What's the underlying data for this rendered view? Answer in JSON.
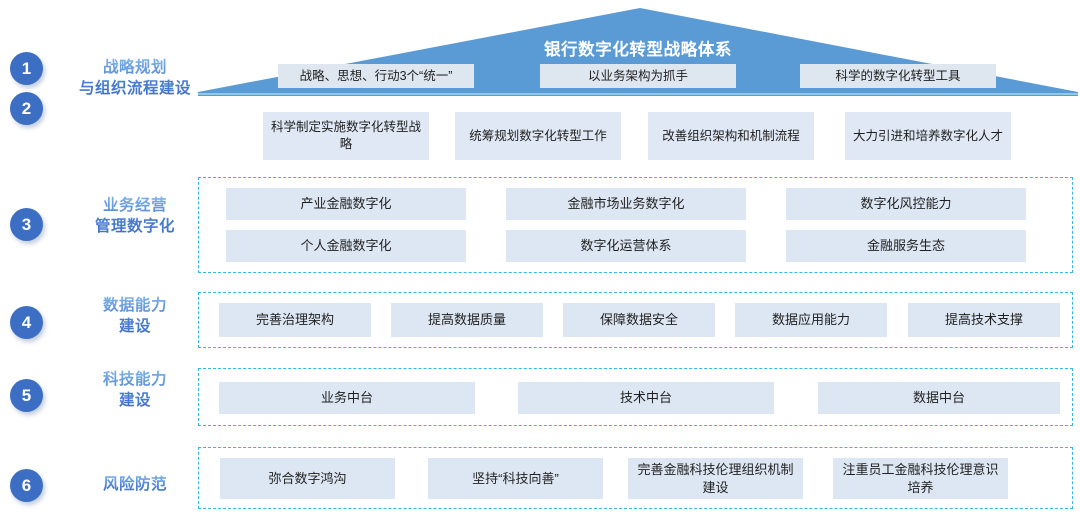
{
  "roof": {
    "title": "银行数字化转型战略体系",
    "chips": [
      "战略、思想、行动3个“统一”",
      "以业务架构为抓手",
      "科学的数字化转型工具"
    ]
  },
  "colors": {
    "accent_blue": "#3c6fc4",
    "roof_blue": "#5b9bd5",
    "chip_fill": "#dde7f3",
    "dashed_border": "#35b7e8",
    "label_blue": "#4a7fd4"
  },
  "rail": {
    "numbers": [
      "1",
      "2",
      "3",
      "4",
      "5",
      "6"
    ],
    "labels": [
      {
        "line1": "战略规划",
        "line2": "与组织流程建设"
      },
      {
        "line1": "业务经营",
        "line2": "管理数字化"
      },
      {
        "line1": "数据能力",
        "line2": "建设"
      },
      {
        "line1": "科技能力",
        "line2": "建设"
      },
      {
        "line1": "风险防范",
        "line2": ""
      }
    ]
  },
  "tier2": {
    "items": [
      "科学制定实施数字化转型战略",
      "统筹规划数字化转型工作",
      "改善组织架构和机制流程",
      "大力引进和培养数字化人才"
    ]
  },
  "section3": {
    "row1": [
      "产业金融数字化",
      "金融市场业务数字化",
      "数字化风控能力"
    ],
    "row2": [
      "个人金融数字化",
      "数字化运营体系",
      "金融服务生态"
    ]
  },
  "section4": {
    "items": [
      "完善治理架构",
      "提高数据质量",
      "保障数据安全",
      "数据应用能力",
      "提高技术支撑"
    ]
  },
  "section5": {
    "items": [
      "业务中台",
      "技术中台",
      "数据中台"
    ]
  },
  "section6": {
    "items": [
      "弥合数字鸿沟",
      "坚持“科技向善”",
      "完善金融科技伦理组织机制建设",
      "注重员工金融科技伦理意识培养"
    ]
  }
}
